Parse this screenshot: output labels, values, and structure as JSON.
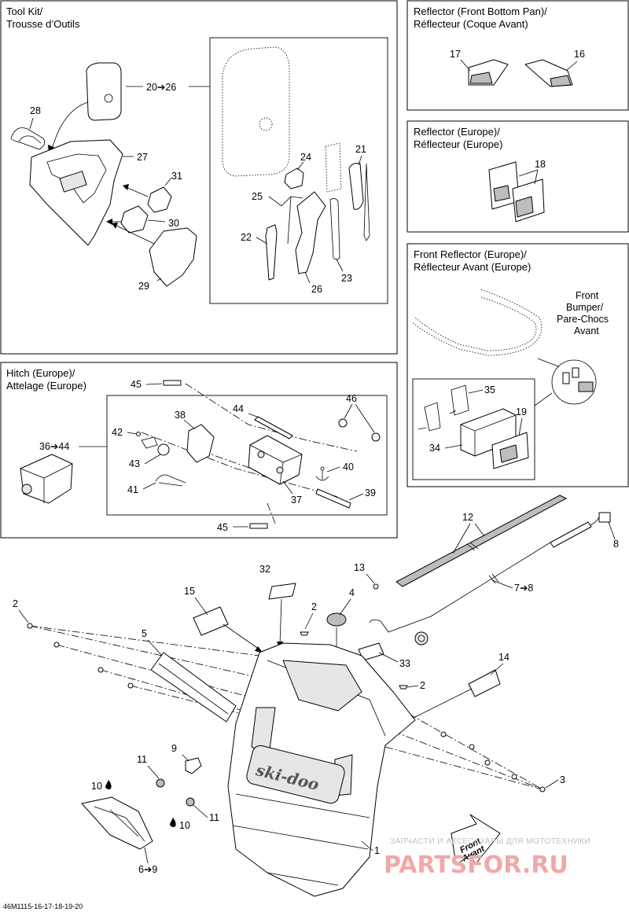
{
  "panels": {
    "tool_kit": {
      "title_line1": "Tool Kit/",
      "title_line2": "Trousse d’Outils"
    },
    "reflector_front_bottom_pan": {
      "title_line1": "Reflector (Front Bottom Pan)/",
      "title_line2": "Réflecteur (Coque Avant)"
    },
    "reflector_europe": {
      "title_line1": "Reflector (Europe)/",
      "title_line2": "Réflecteur (Europe)"
    },
    "front_reflector_europe": {
      "title_line1": "Front Reflector (Europe)/",
      "title_line2": "Réflecteur Avant (Europe)"
    },
    "hitch_europe": {
      "title_line1": "Hitch (Europe)/",
      "title_line2": "Attelage (Europe)"
    }
  },
  "front_bumper_label": {
    "line1": "Front",
    "line2": "Bumper/",
    "line3": "Pare-Chocs",
    "line4": "Avant"
  },
  "callouts": {
    "c20_26": "20➔26",
    "c21": "21",
    "c22": "22",
    "c23": "23",
    "c24": "24",
    "c25": "25",
    "c26": "26",
    "c27": "27",
    "c28": "28",
    "c29": "29",
    "c30": "30",
    "c31": "31",
    "c16": "16",
    "c17": "17",
    "c18": "18",
    "c19": "19",
    "c34": "34",
    "c35": "35",
    "c36_44": "36➔44",
    "c37": "37",
    "c38": "38",
    "c39": "39",
    "c40": "40",
    "c41": "41",
    "c42": "42",
    "c43": "43",
    "c44": "44",
    "c45a": "45",
    "c45b": "45",
    "c46": "46",
    "c1": "1",
    "c2a": "2",
    "c2b": "2",
    "c2c": "2",
    "c3": "3",
    "c4": "4",
    "c5": "5",
    "c6_9": "6➔9",
    "c7_8": "7➔8",
    "c8": "8",
    "c9": "9",
    "c10a": "10",
    "c10b": "10",
    "c11a": "11",
    "c11b": "11",
    "c12": "12",
    "c13": "13",
    "c14": "14",
    "c15": "15",
    "c32": "32",
    "c33": "33"
  },
  "brand_logo": "ski-doo",
  "front_arrow": {
    "line1": "Front",
    "line2": "Avant"
  },
  "watermark": {
    "caption": "ЗАПЧАСТИ И АКСЕССУАРЫ ДЛЯ МОТОТЕХНИКИ",
    "logo": "PARTSFOR.RU"
  },
  "drawing_code": "46M1115-16-17-18-19-20",
  "icons": {
    "liquid_drop": "drop-icon",
    "anchor_symbol": "anchor-icon"
  }
}
